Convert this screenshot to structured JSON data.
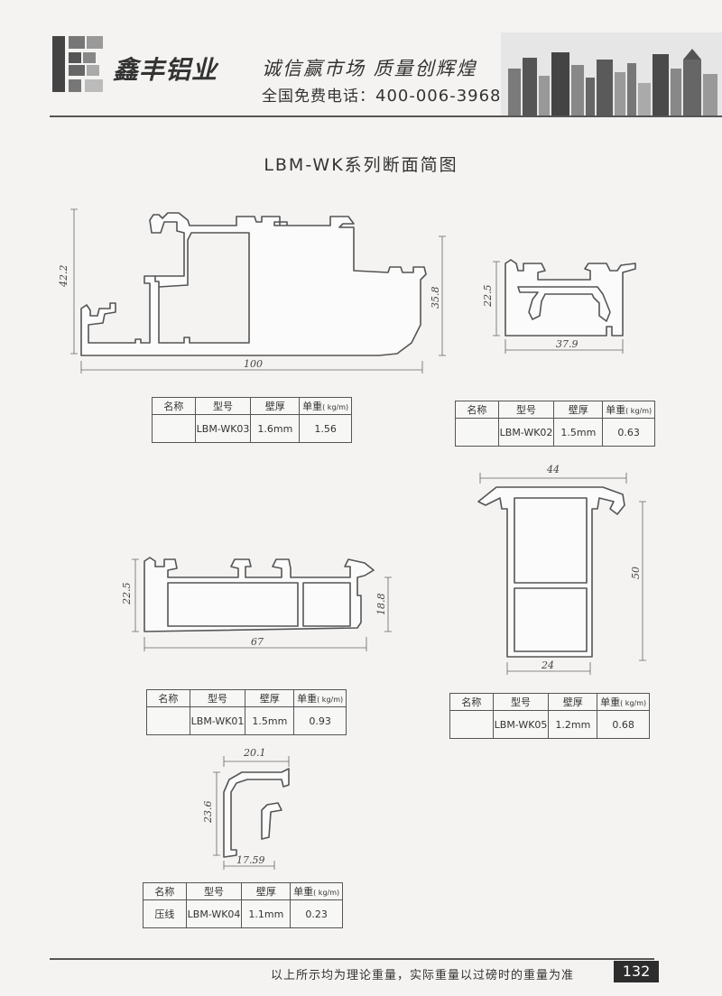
{
  "header": {
    "brand": "鑫丰铝业",
    "slogan": "诚信赢市场   质量创辉煌",
    "hotline_label": "全国免费电话：",
    "hotline_number": "400-006-3968"
  },
  "page_title": "LBM-WK系列断面简图",
  "table_headers": [
    "名称",
    "型号",
    "壁厚",
    "单重"
  ],
  "weight_unit": "( kg/m)",
  "profiles": [
    {
      "id": "wk03",
      "name": "",
      "model": "LBM-WK03",
      "thickness": "1.6mm",
      "weight": "1.56",
      "dims": {
        "width": "100",
        "height": "42.2",
        "inner": "35.8"
      }
    },
    {
      "id": "wk02",
      "name": "",
      "model": "LBM-WK02",
      "thickness": "1.5mm",
      "weight": "0.63",
      "dims": {
        "width": "37.9",
        "height": "22.5"
      }
    },
    {
      "id": "wk01",
      "name": "",
      "model": "LBM-WK01",
      "thickness": "1.5mm",
      "weight": "0.93",
      "dims": {
        "width": "67",
        "height": "22.5",
        "inner": "18.8"
      }
    },
    {
      "id": "wk05",
      "name": "",
      "model": "LBM-WK05",
      "thickness": "1.2mm",
      "weight": "0.68",
      "dims": {
        "top": "44",
        "height": "50",
        "bottom": "24"
      }
    },
    {
      "id": "wk04",
      "name": "压线",
      "model": "LBM-WK04",
      "thickness": "1.1mm",
      "weight": "0.23",
      "dims": {
        "top": "20.1",
        "height": "23.6",
        "bottom": "17.59"
      }
    }
  ],
  "footer": {
    "note": "以上所示均为理论重量，实际重量以过磅时的重量为准",
    "page_number": "132"
  },
  "colors": {
    "ink": "#333333",
    "paper": "#f4f3f1",
    "page_tab": "#2d2d2d"
  }
}
